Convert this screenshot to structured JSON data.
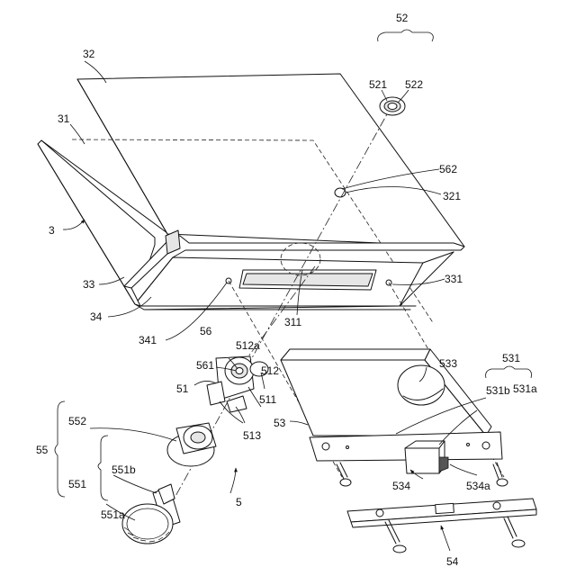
{
  "figure": {
    "labels": {
      "l3": "3",
      "l31": "31",
      "l32": "32",
      "l33": "33",
      "l34": "34",
      "l311": "311",
      "l321": "321",
      "l331": "331",
      "l341": "341",
      "l5": "5",
      "l51": "51",
      "l52": "52",
      "l53": "53",
      "l54": "54",
      "l55": "55",
      "l56": "56",
      "l511": "511",
      "l512": "512",
      "l512a": "512a",
      "l513": "513",
      "l521": "521",
      "l522": "522",
      "l531": "531",
      "l531a": "531a",
      "l531b": "531b",
      "l533": "533",
      "l534": "534",
      "l534a": "534a",
      "l551": "551",
      "l551a": "551a",
      "l551b": "551b",
      "l552": "552",
      "l561": "561",
      "l562": "562"
    }
  }
}
